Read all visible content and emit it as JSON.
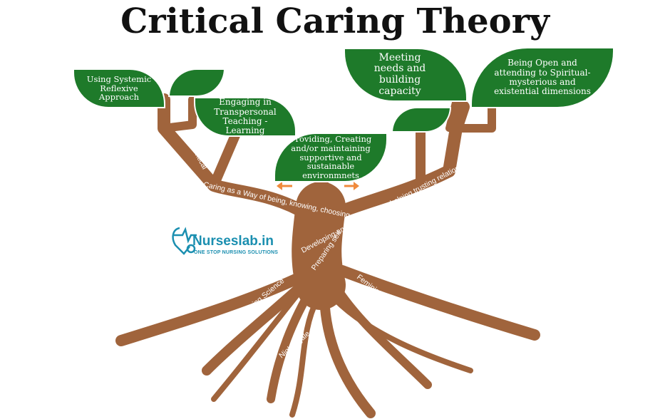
{
  "title": "Critical Caring Theory",
  "logo": {
    "name": "Nurseslab.in",
    "tagline": "ONE STOP NURSING SOLUTIONS"
  },
  "leaves": {
    "systemic": "Using Systemic Reflexive Approach",
    "transpersonal": "Engaging  in Transpersonal Teaching - Learning",
    "environment": "Providing, Creating and/or maintaining supportive and sustainable environmnets",
    "needs": "Meeting needs and building capacity",
    "spiritual": "Being Open and attending to Spiritual-mysterious and existential dimensions"
  },
  "branch_labels": {
    "critical": "Critical",
    "way": "Caring as a  Way  of being, knowing, choosing",
    "developing": "Developing and maintaining a helping  trusting relationship",
    "preparing": "Preparing  self",
    "watson": "Watson's Caring Science",
    "nightingale": "Nightingale",
    "feminist": "Feminist's Critical Theories"
  },
  "colors": {
    "leaf": "#1e7a2a",
    "trunk": "#a0643c",
    "arrow": "#f08a3c",
    "logo": "#1b8fb0"
  }
}
